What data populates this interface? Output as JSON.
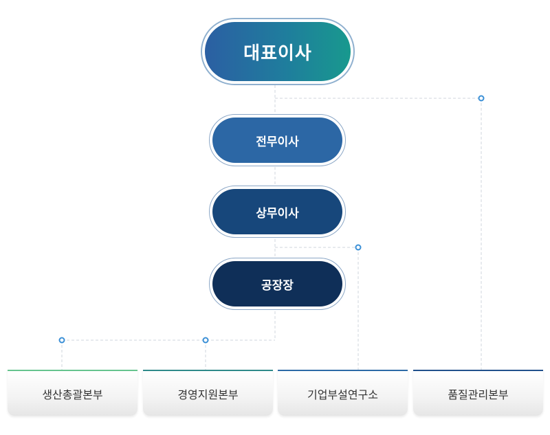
{
  "org_chart": {
    "ceo": {
      "label": "대표이사"
    },
    "executives": [
      {
        "label": "전무이사"
      },
      {
        "label": "상무이사"
      },
      {
        "label": "공장장"
      }
    ],
    "divisions": [
      {
        "label": "생산총괄본부"
      },
      {
        "label": "경영지원본부"
      },
      {
        "label": "기업부설연구소"
      },
      {
        "label": "품질관리본부"
      }
    ]
  },
  "colors": {
    "connector_line": "#cfd6de",
    "junction_dot": "#3a8fd6",
    "ceo_gradient": [
      "#2b5fa3",
      "#18998e"
    ],
    "exec_fills": [
      "#2c67a5",
      "#17477b",
      "#0f2f58"
    ],
    "division_accents": [
      "#66c48e",
      "#2e8a8a",
      "#2c6aa6",
      "#20508b"
    ],
    "division_text": "#333333"
  }
}
